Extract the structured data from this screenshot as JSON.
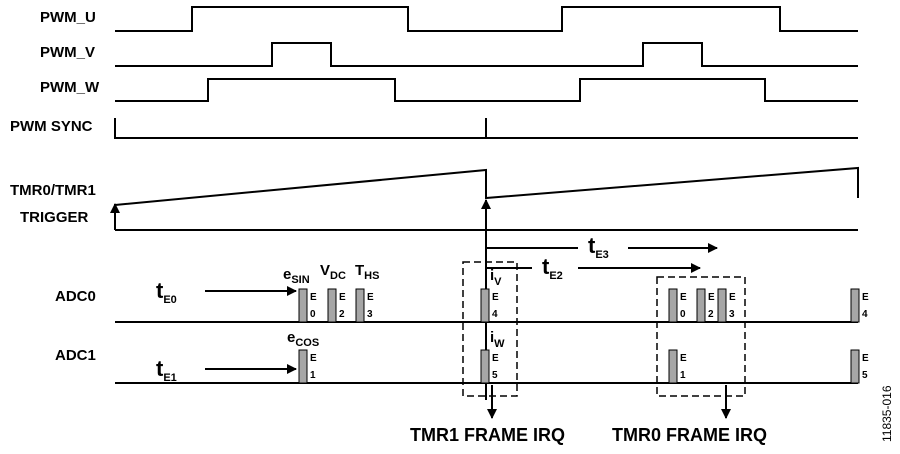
{
  "signals": {
    "pwm_u": "PWM_U",
    "pwm_v": "PWM_V",
    "pwm_w": "PWM_W",
    "pwm_sync": "PWM SYNC",
    "tmr": "TMR0/TMR1",
    "trigger": "TRIGGER",
    "adc0": "ADC0",
    "adc1": "ADC1"
  },
  "times": {
    "te0": {
      "base": "t",
      "sub": "E0"
    },
    "te1": {
      "base": "t",
      "sub": "E1"
    },
    "te2": {
      "base": "t",
      "sub": "E2"
    },
    "te3": {
      "base": "t",
      "sub": "E3"
    }
  },
  "samples": {
    "esin": {
      "base": "e",
      "sub": "SIN"
    },
    "vdc": {
      "base": "V",
      "sub": "DC"
    },
    "ths": {
      "base": "T",
      "sub": "HS"
    },
    "ecos": {
      "base": "e",
      "sub": "COS"
    },
    "iv": {
      "base": "i",
      "sub": "V"
    },
    "iw": {
      "base": "i",
      "sub": "W"
    }
  },
  "markers": {
    "e": "E",
    "n0": "0",
    "n1": "1",
    "n2": "2",
    "n3": "3",
    "n4": "4",
    "n5": "5"
  },
  "irq": {
    "tmr1": "TMR1 FRAME IRQ",
    "tmr0": "TMR0 FRAME IRQ"
  },
  "figure_id": "11835-016"
}
